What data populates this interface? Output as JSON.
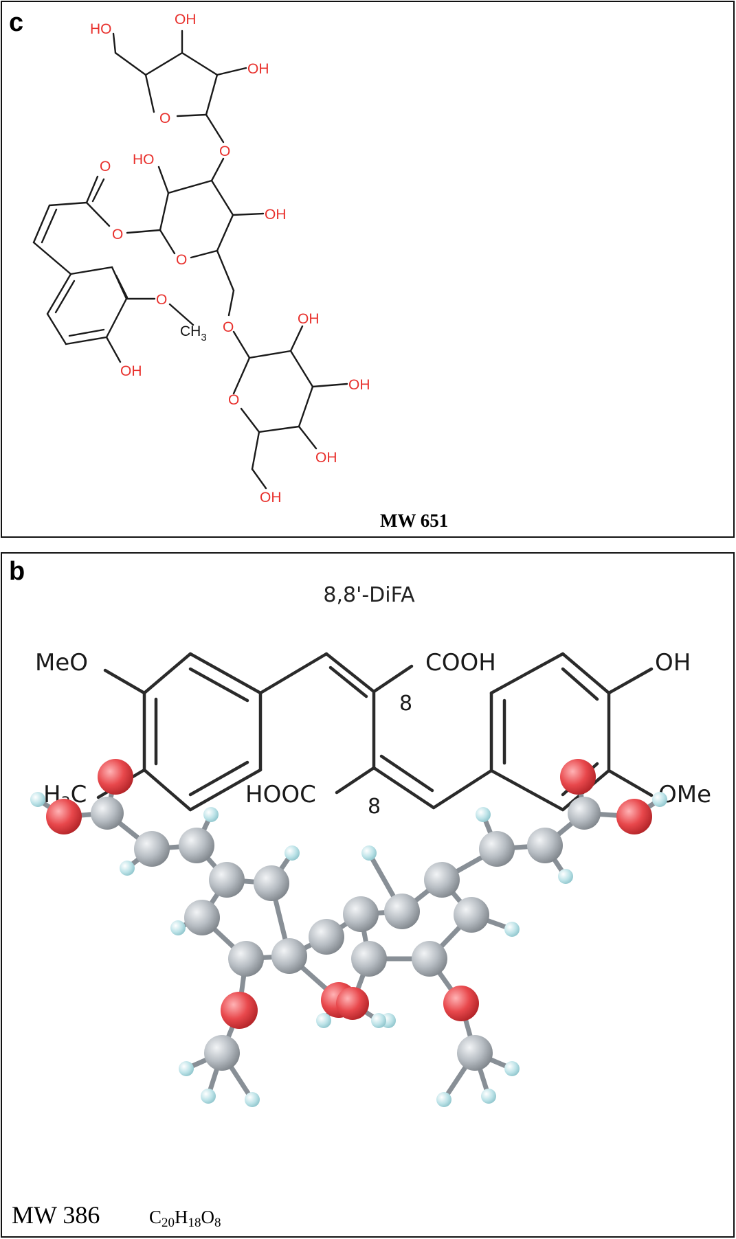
{
  "panel_c": {
    "letter": "c",
    "labels": {
      "ho_top": "HO",
      "oh_1": "OH",
      "oh_2": "OH",
      "o_furanose": "O",
      "o_link1": "O",
      "ho_mid": "HO",
      "o_carbonyl": "O",
      "o_ester": "O",
      "oh_3": "OH",
      "o_pyranose1": "O",
      "o_methoxy": "O",
      "ch3": "CH",
      "ch3_sub": "3",
      "o_link2": "O",
      "oh_phenol": "OH",
      "oh_4": "OH",
      "o_pyranose2": "O",
      "oh_5": "OH",
      "oh_6": "OH",
      "oh_7": "OH"
    },
    "mw": "MW 651"
  },
  "panel_b": {
    "letter": "b",
    "title": "8,8'-DiFA",
    "labels": {
      "meo": "MeO",
      "h3c": "H",
      "h3c_sub": "3",
      "h3c_c": "C",
      "cooh_top": "COOH",
      "num_8_top": "8",
      "hooc_bottom": "HOOC",
      "num_8_bottom": "8",
      "oh_right": "OH",
      "ome_right": "OMe"
    },
    "mw": "MW 386",
    "formula_parts": [
      "C",
      "20",
      "H",
      "18",
      "O",
      "8"
    ],
    "atom_colors": {
      "oxygen": "#e8484c",
      "carbon": "#b7bdc3",
      "hydrogen": "#bde3e8",
      "bond": "#888f96"
    }
  }
}
